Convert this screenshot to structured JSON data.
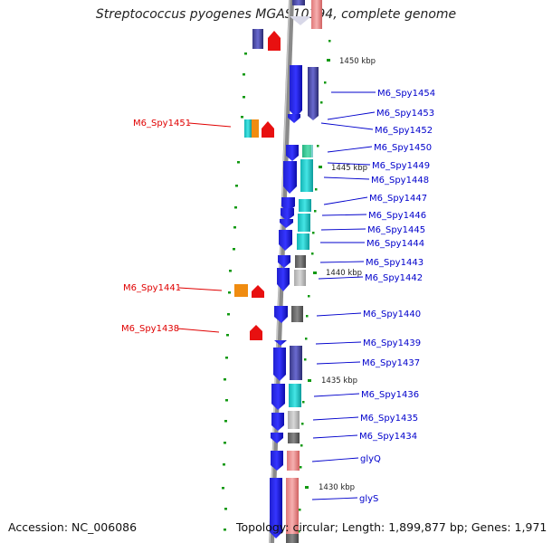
{
  "title": "Streptococcus pyogenes MGAS10394, complete genome",
  "footer": {
    "accession": "Accession: NC_006086",
    "summary": "Topology: circular; Length: 1,899,877 bp; Genes: 1,971"
  },
  "colors": {
    "forward_strand_gene": "#1a1ae6",
    "highlight_label": "#e00000",
    "gene_label": "#0000cc",
    "backbone": "#888888",
    "tick": "#119911"
  },
  "scale_labels": [
    "1450 kbp",
    "1445 kbp",
    "1440 kbp",
    "1435 kbp",
    "1430 kbp"
  ],
  "left_labels": [
    "M6_Spy1451",
    "M6_Spy1441",
    "M6_Spy1438"
  ],
  "right_labels": [
    "M6_Spy1454",
    "M6_Spy1453",
    "M6_Spy1452",
    "M6_Spy1450",
    "M6_Spy1449",
    "M6_Spy1448",
    "M6_Spy1447",
    "M6_Spy1446",
    "M6_Spy1445",
    "M6_Spy1444",
    "M6_Spy1443",
    "M6_Spy1442",
    "M6_Spy1440",
    "M6_Spy1439",
    "M6_Spy1437",
    "M6_Spy1436",
    "M6_Spy1435",
    "M6_Spy1434",
    "glyQ",
    "glyS"
  ]
}
